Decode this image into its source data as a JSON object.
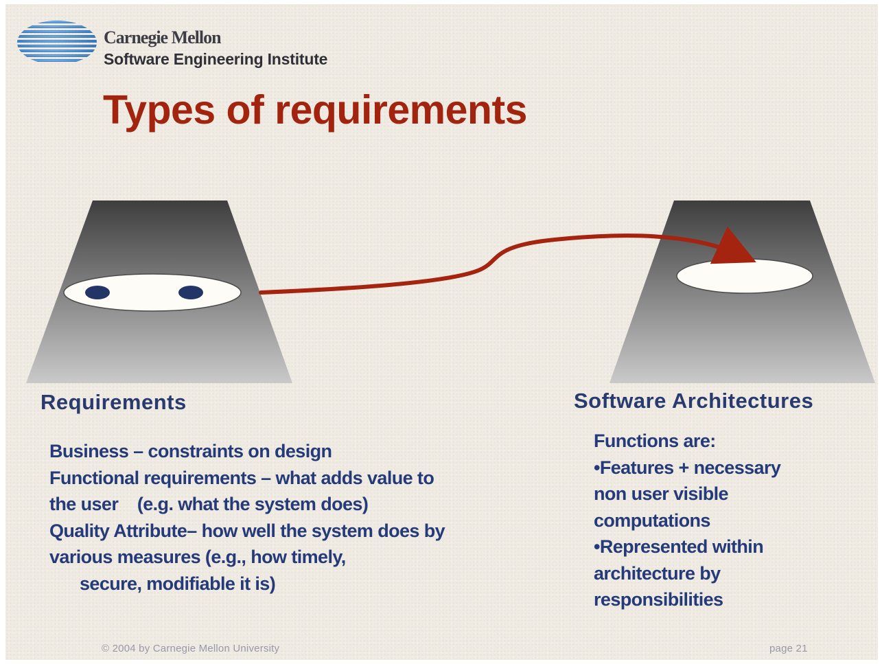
{
  "header": {
    "org_name": "Carnegie Mellon",
    "org_department": "Software Engineering Institute",
    "logo_icon": "cmu-sei-striped-globe-logo"
  },
  "title": "Types of requirements",
  "diagram": {
    "left_platform": "Requirements",
    "right_platform": "Software Architectures",
    "arrow": "mapping-arrow",
    "colors": {
      "title": "#a2240f",
      "arrow": "#a52410",
      "label_text": "#283a6e",
      "body_text": "#253a78",
      "platform_dark": "#3f3f3f",
      "platform_light": "#c8c8c8",
      "dot": "#223566"
    }
  },
  "requirements_text": {
    "lines": [
      "Business – constraints on design",
      "Functional requirements – what adds value to",
      "the user    (e.g. what the system does)",
      "Quality Attribute– how well the system does by",
      "various measures (e.g., how timely,",
      "secure, modifiable it is)"
    ]
  },
  "architecture_text": {
    "lines": [
      "Functions are:",
      "•Features + necessary",
      "non user visible",
      "computations",
      "•Represented within",
      "architecture by",
      "responsibilities"
    ]
  },
  "footer": {
    "copyright": "© 2004 by Carnegie Mellon University",
    "page": "page 21"
  }
}
